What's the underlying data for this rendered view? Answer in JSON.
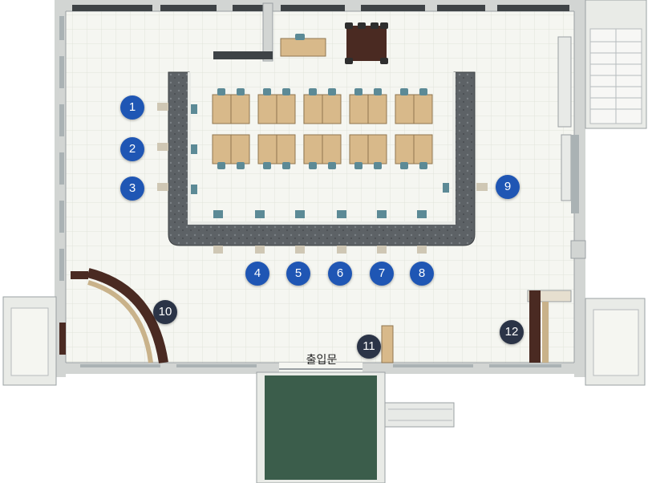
{
  "colors": {
    "floor": "#f5f6f1",
    "grid": "#e3e6dd",
    "wall": "#d2d5d3",
    "wall_dark": "#4e5356",
    "counter_top": "#5d6266",
    "desk": "#d8b98a",
    "chair": "#5c8a96",
    "entrance_green": "#3b5d4b",
    "marker_blue": "#1f56b4",
    "marker_dark": "#2b3447",
    "wood_dark": "#4a2a22"
  },
  "entrance_label": "출입문",
  "markers": [
    {
      "label": "1",
      "style": "blue"
    },
    {
      "label": "2",
      "style": "blue"
    },
    {
      "label": "3",
      "style": "blue"
    },
    {
      "label": "4",
      "style": "blue"
    },
    {
      "label": "5",
      "style": "blue"
    },
    {
      "label": "6",
      "style": "blue"
    },
    {
      "label": "7",
      "style": "blue"
    },
    {
      "label": "8",
      "style": "blue"
    },
    {
      "label": "9",
      "style": "blue"
    },
    {
      "label": "10",
      "style": "dark"
    },
    {
      "label": "11",
      "style": "dark"
    },
    {
      "label": "12",
      "style": "dark"
    }
  ]
}
